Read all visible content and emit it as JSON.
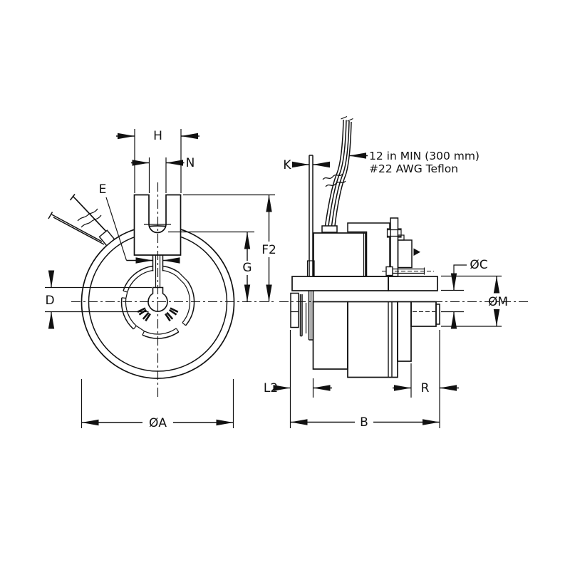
{
  "figure": {
    "kind": "technical-dimensional-drawing",
    "subject": "electromagnetic clutch, front view and sectioned side view",
    "background_color": "#ffffff",
    "line_color": "#111111"
  },
  "front_view": {
    "labels": {
      "H": "H",
      "N": "N",
      "E": "E",
      "D": "D",
      "OA": "ØA",
      "F2": "F2",
      "G": "G"
    }
  },
  "side_view": {
    "labels": {
      "K": "K",
      "L2": "L2",
      "B": "B",
      "R": "R",
      "OC": "ØC",
      "OM": "ØM"
    }
  },
  "note": {
    "line1": "12 in MIN (300 mm)",
    "line2": "#22 AWG Teflon"
  }
}
